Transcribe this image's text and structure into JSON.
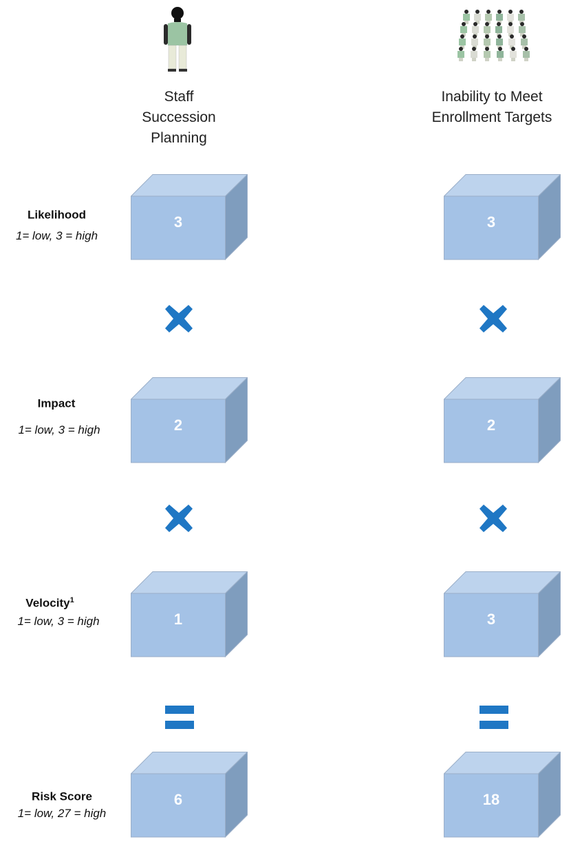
{
  "columns": [
    {
      "title": "Staff\nSuccession\nPlanning",
      "icon": "person-icon"
    },
    {
      "title": "Inability to Meet\nEnrollment Targets",
      "icon": "crowd-icon"
    }
  ],
  "rows": [
    {
      "name": "Likelihood",
      "superscript": "",
      "scale": "1= low, 3 = high",
      "values": [
        "3",
        "3"
      ]
    },
    {
      "name": "Impact",
      "superscript": "",
      "scale": "1= low, 3 = high",
      "values": [
        "2",
        "2"
      ]
    },
    {
      "name": "Velocity",
      "superscript": "1",
      "scale": "1= low, 3 = high",
      "values": [
        "1",
        "3"
      ]
    },
    {
      "name": "Risk Score",
      "superscript": "",
      "scale": "1= low, 27 = high",
      "values": [
        "6",
        "18"
      ]
    }
  ],
  "operators": [
    "multiply-icon",
    "multiply-icon",
    "equals-icon"
  ],
  "colors": {
    "box_front": "#a4c2e6",
    "box_top": "#bdd3ed",
    "box_side": "#7f9dbe",
    "box_edge": "#9aaec8",
    "operator": "#1f77c4"
  }
}
